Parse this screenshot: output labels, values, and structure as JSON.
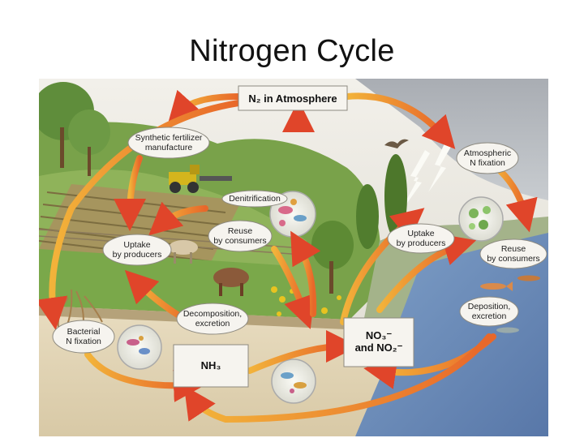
{
  "slide": {
    "title": "Nitrogen Cycle"
  },
  "diagram": {
    "boxes": {
      "n2_atmosphere": "N₂ in Atmosphere",
      "nh3": "NH₃",
      "no3_no2_line1": "NO₃⁻",
      "no3_no2_line2": "and NO₂⁻"
    },
    "processes": {
      "synthetic_fertilizer": [
        "Synthetic fertilizer",
        "manufacture"
      ],
      "atmospheric_fixation": [
        "Atmospheric",
        "N fixation"
      ],
      "denitrification": [
        "Denitrification"
      ],
      "reuse_consumers_land": [
        "Reuse",
        "by consumers"
      ],
      "uptake_producers_land": [
        "Uptake",
        "by producers"
      ],
      "uptake_producers_water": [
        "Uptake",
        "by producers"
      ],
      "reuse_consumers_water": [
        "Reuse",
        "by consumers"
      ],
      "decomposition_excretion": [
        "Decomposition,",
        "excretion"
      ],
      "deposition_excretion": [
        "Deposition,",
        "excretion"
      ],
      "bacterial_fixation": [
        "Bacterial",
        "N fixation"
      ]
    }
  }
}
